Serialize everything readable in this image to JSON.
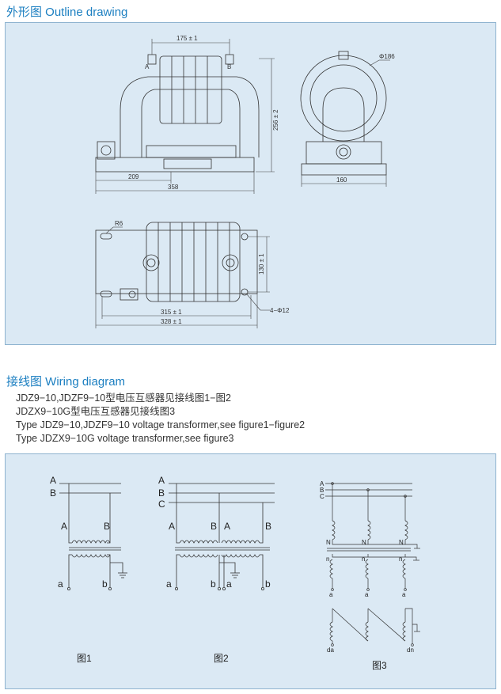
{
  "outline": {
    "title": "外形图 Outline drawing",
    "dims": {
      "width_top": "175 ± 1",
      "height": "256 ± 2",
      "base_a": "209",
      "base_b": "358",
      "diameter": "Φ186",
      "side_width": "160",
      "radius": "R6",
      "span": "130 ± 1",
      "holes": "4−Φ12",
      "plan_a": "315 ± 1",
      "plan_b": "328 ± 1"
    },
    "terminal_a": "A",
    "terminal_b": "B"
  },
  "wiring": {
    "title": "接线图 Wiring diagram",
    "lines": [
      "JDZ9−10,JDZF9−10型电压互感器见接线图1−图2",
      "JDZX9−10G型电压互感器见接线图3",
      "Type JDZ9−10,JDZF9−10 voltage transformer,see figure1−figure2",
      "Type JDZX9−10G voltage transformer,see figure3"
    ],
    "fig1": {
      "caption": "图1",
      "bus": [
        "A",
        "B"
      ],
      "primary": [
        "A",
        "B"
      ],
      "secondary": [
        "a",
        "b"
      ]
    },
    "fig2": {
      "caption": "图2",
      "bus": [
        "A",
        "B",
        "C"
      ],
      "primary": [
        "A",
        "B",
        "A",
        "B"
      ],
      "secondary": [
        "a",
        "b",
        "a",
        "b"
      ]
    },
    "fig3": {
      "caption": "图3",
      "bus": [
        "A",
        "B",
        "C"
      ],
      "neutral": [
        "N",
        "N",
        "N"
      ],
      "sec_n": [
        "n",
        "n",
        "n"
      ],
      "sec_a": [
        "a",
        "a",
        "a"
      ],
      "residual": [
        "da",
        "dn"
      ]
    }
  }
}
